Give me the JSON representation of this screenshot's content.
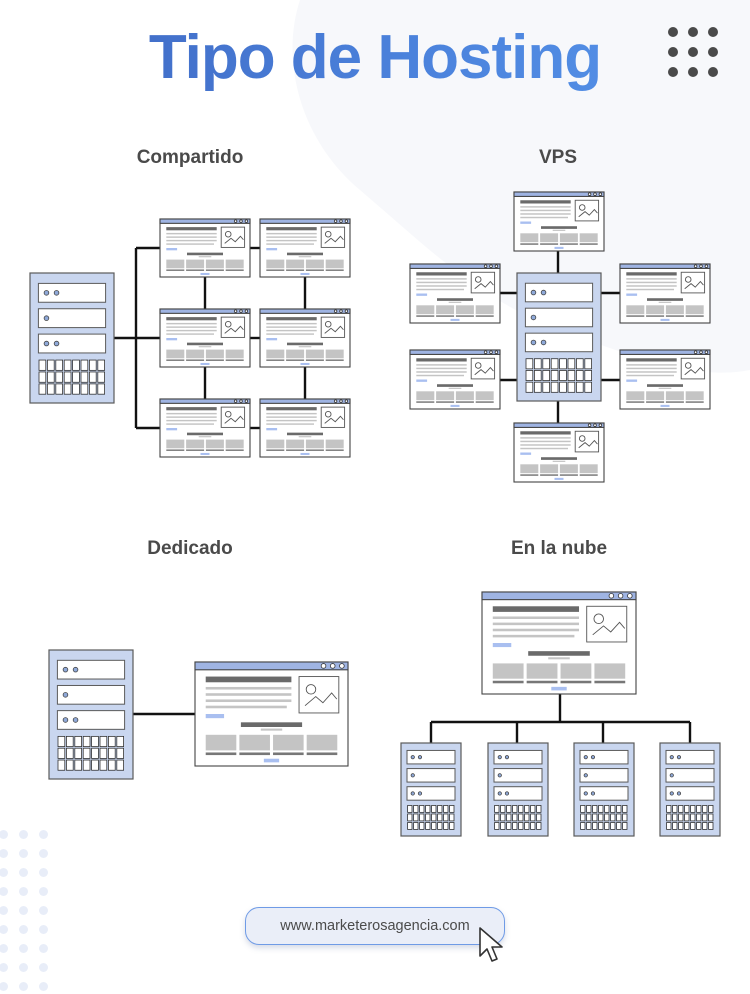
{
  "title": "Tipo de Hosting",
  "colors": {
    "title_start": "#3e66c0",
    "title_end": "#5795ea",
    "label": "#4a4a4a",
    "server_fill": "#c9d6ef",
    "server_stroke": "#5a5a5a",
    "server_led": "#8fa9d9",
    "window_bar": "#9fb4e3",
    "window_gray_dark": "#6a6a6a",
    "window_gray_light": "#c4c4c4",
    "window_accent": "#a9bff0",
    "connector": "#111111",
    "pill_bg": "#eaeef8",
    "pill_border": "#6f9be6",
    "background_blob": "#f7f8fb",
    "side_dots": "#e8edf8"
  },
  "menu_icon": "grid-dots-icon",
  "sections": [
    {
      "id": "compartido",
      "label": "Compartido",
      "description": "One server connected to six websites",
      "servers": 1,
      "websites": 6
    },
    {
      "id": "vps",
      "label": "VPS",
      "description": "One central server connected to six websites around it",
      "servers": 1,
      "websites": 6
    },
    {
      "id": "dedicado",
      "label": "Dedicado",
      "description": "One server connected to one website",
      "servers": 1,
      "websites": 1
    },
    {
      "id": "en-la-nube",
      "label": "En la nube",
      "description": "One website connected to four servers",
      "servers": 4,
      "websites": 1
    }
  ],
  "footer": {
    "url": "www.marketerosagencia.com",
    "cursor_icon": "mouse-pointer-icon"
  }
}
